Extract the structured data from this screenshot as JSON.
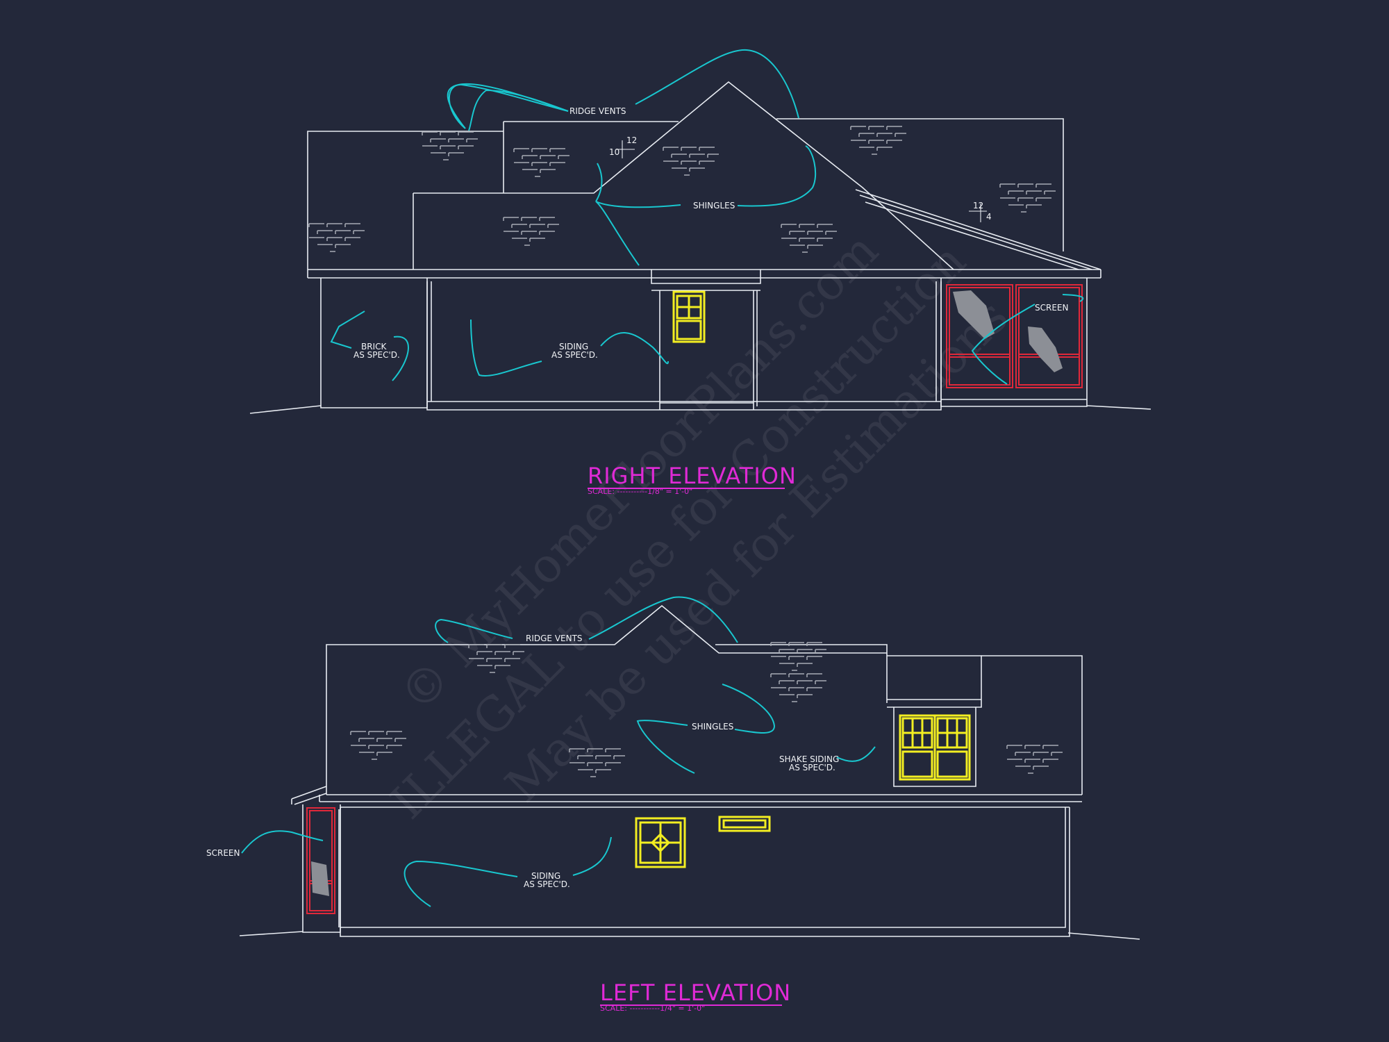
{
  "right_elevation": {
    "title": "RIGHT ELEVATION",
    "scale": "SCALE: -----------1/8\" = 1'-0\"",
    "notes": {
      "ridge_vents": "RIDGE VENTS",
      "shingles": "SHINGLES",
      "brick_line1": "BRICK",
      "brick_line2": "AS SPEC'D.",
      "siding_line1": "SIDING",
      "siding_line2": "AS SPEC'D.",
      "screen": "SCREEN"
    },
    "pitch_main": {
      "rise": "10",
      "run": "12"
    },
    "pitch_porch": {
      "run": "12",
      "rise": "4"
    }
  },
  "left_elevation": {
    "title": "LEFT ELEVATION",
    "scale": "SCALE: -----------1/4\" = 1'-0\"",
    "notes": {
      "ridge_vents": "RIDGE VENTS",
      "shingles": "SHINGLES",
      "shake_line1": "SHAKE SIDING",
      "shake_line2": "AS SPEC'D.",
      "siding_line1": "SIDING",
      "siding_line2": "AS SPEC'D.",
      "screen": "SCREEN"
    }
  },
  "watermark": {
    "line1": "© MyHomeFloorPlans.com",
    "line2": "ILLEGAL to use for Construction",
    "line3": "May be used for Estimations"
  },
  "colors": {
    "background": "#23283a",
    "linework": "#e8ecf2",
    "leaders": "#19c7cf",
    "windows": "#f3ee21",
    "screens": "#e0283a",
    "titles": "#e02ad6"
  }
}
